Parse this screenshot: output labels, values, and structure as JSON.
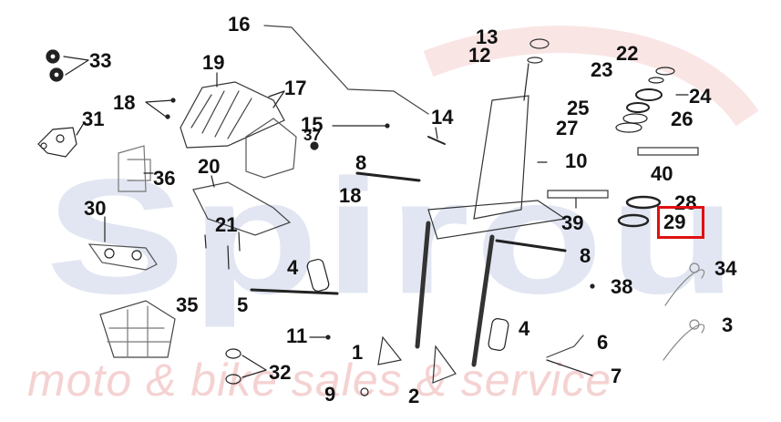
{
  "watermark": {
    "brand": "Spirou",
    "tagline": "moto & bike sales & service"
  },
  "callouts": [
    "1",
    "2",
    "3",
    "4",
    "4",
    "5",
    "6",
    "7",
    "8",
    "8",
    "9",
    "10",
    "11",
    "12",
    "13",
    "14",
    "15",
    "16",
    "17",
    "18",
    "18",
    "19",
    "20",
    "21",
    "22",
    "23",
    "24",
    "25",
    "26",
    "27",
    "28",
    "29",
    "30",
    "31",
    "32",
    "33",
    "34",
    "35",
    "36",
    "37",
    "38",
    "39",
    "40"
  ],
  "highlighted_part": "29",
  "colors": {
    "highlight": "#e01010",
    "line": "#222222",
    "watermark_blue": "#c9d2e8",
    "watermark_red": "#f2c4c4"
  }
}
